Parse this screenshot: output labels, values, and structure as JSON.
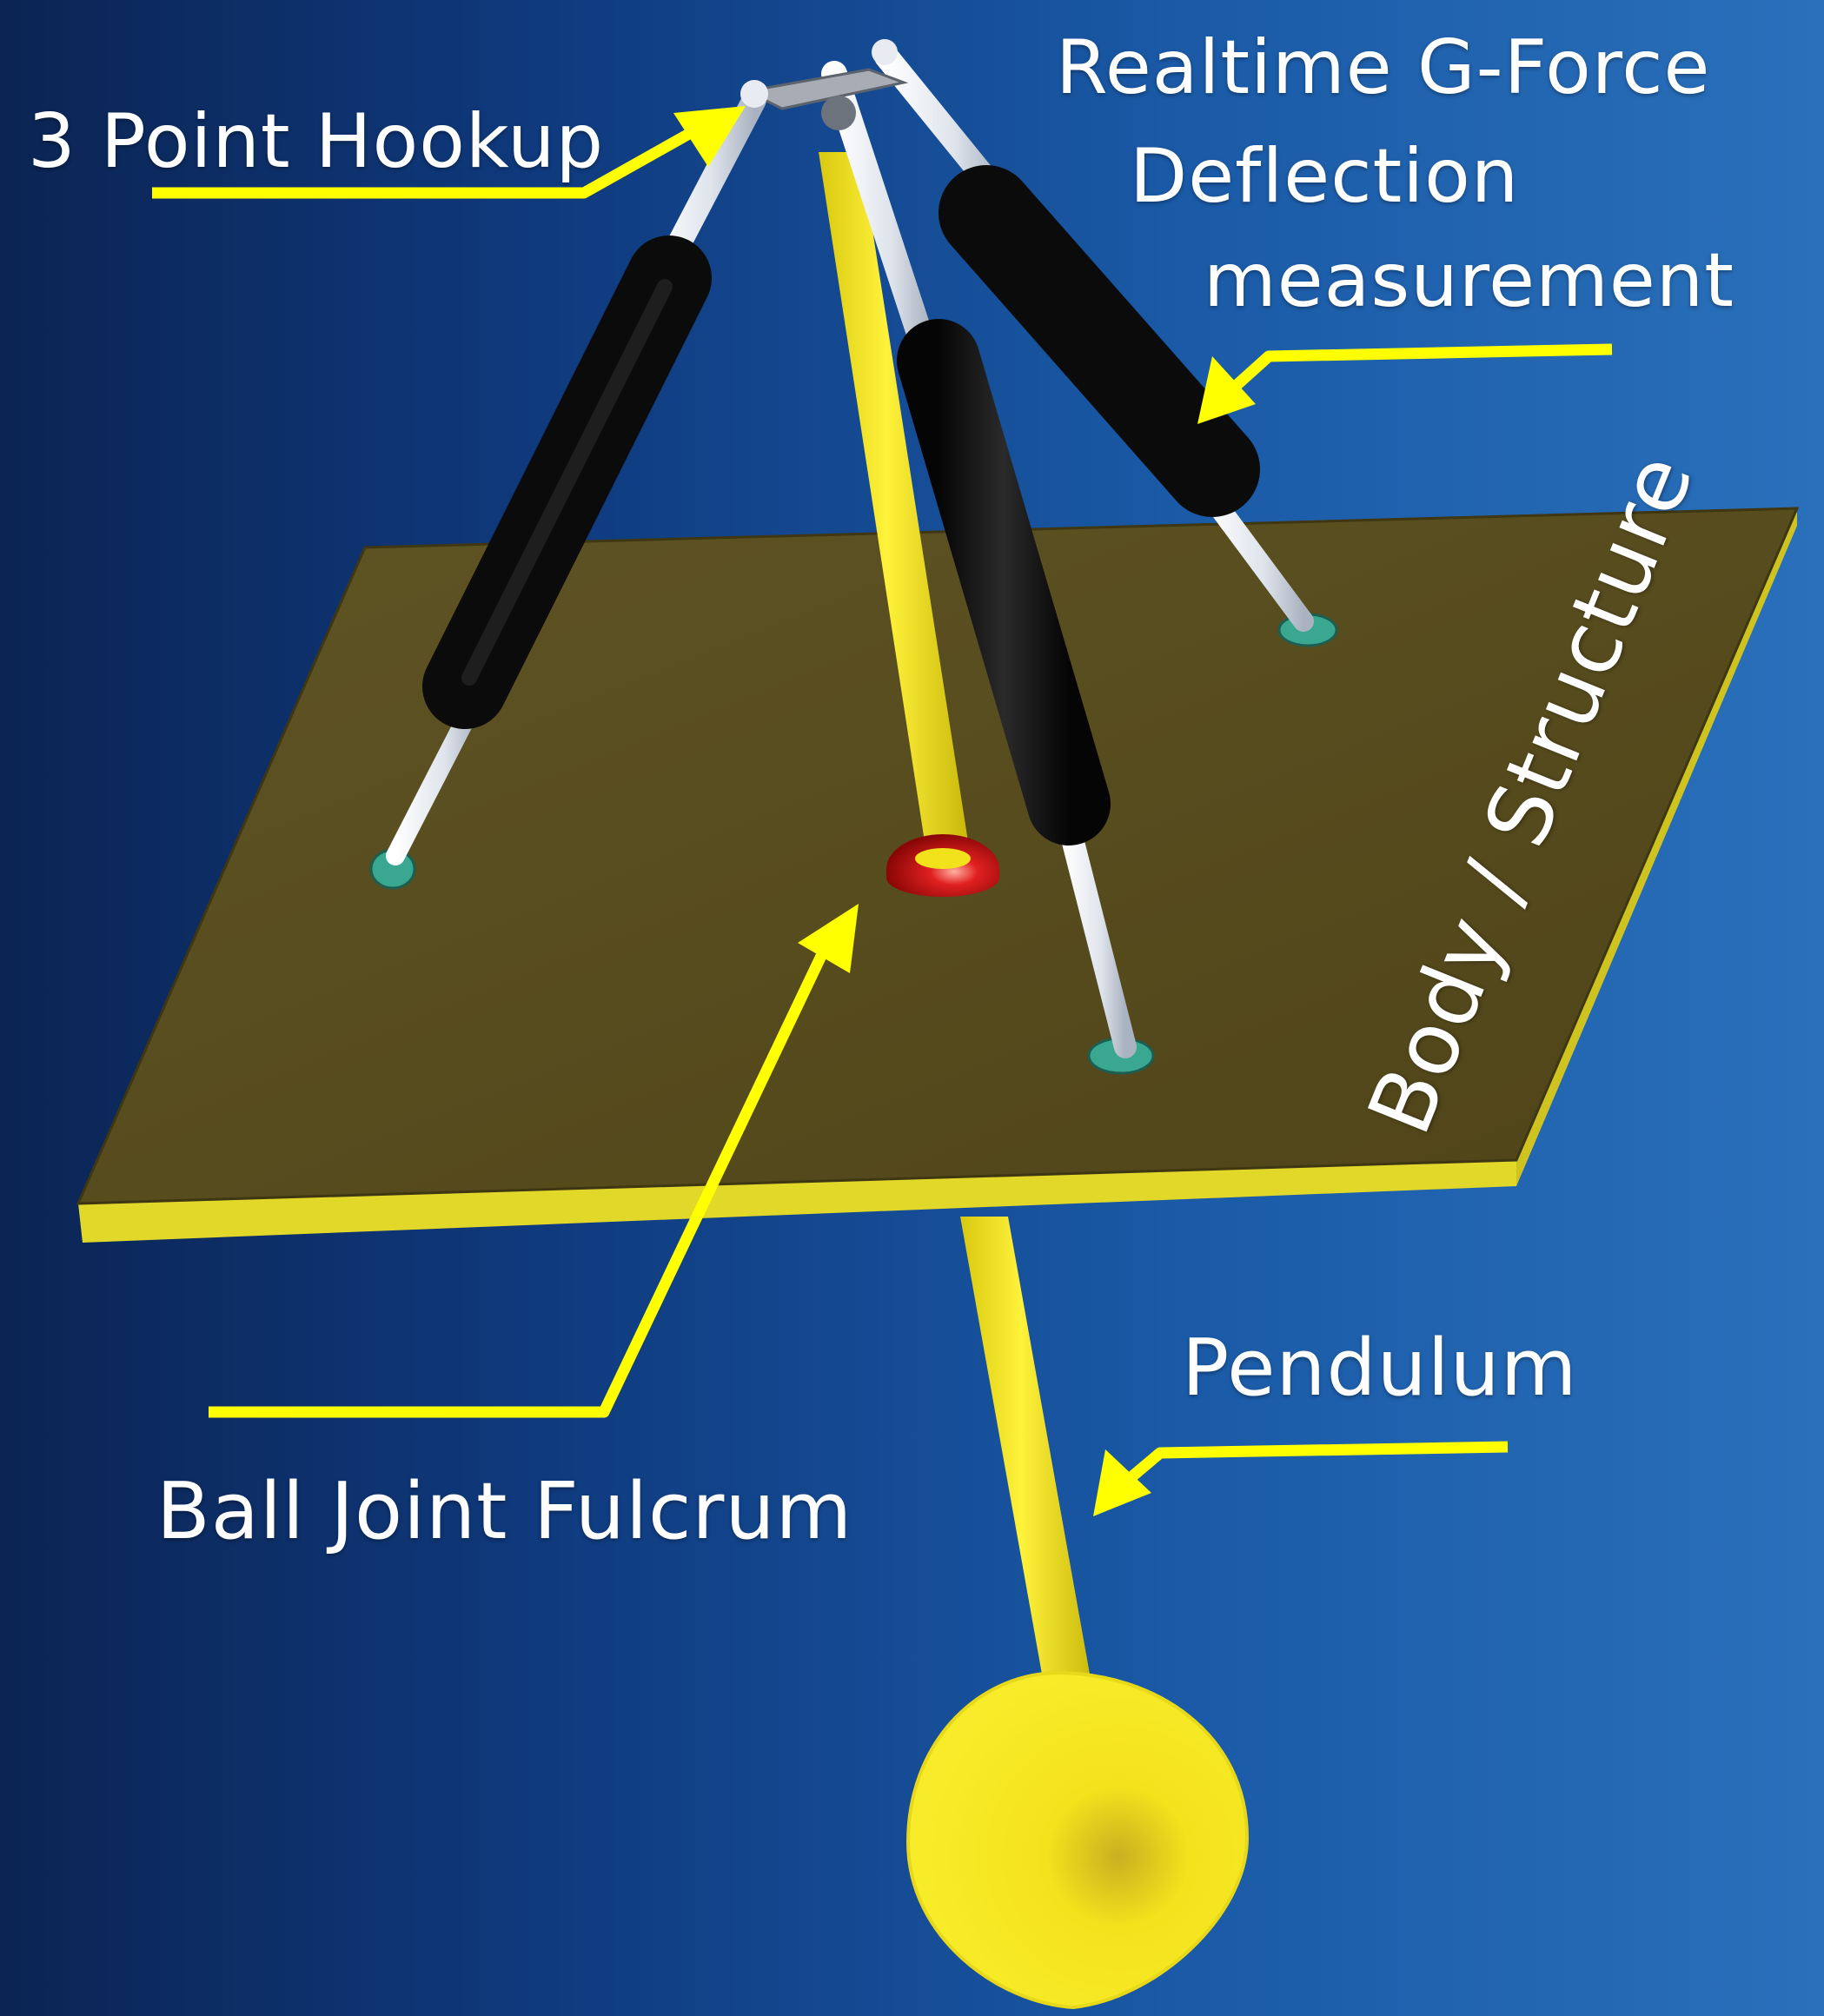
{
  "labels": {
    "hookup": "3 Point Hookup",
    "gforce_line1": "Realtime G-Force",
    "gforce_line2": "Deflection",
    "gforce_line3": "measurement",
    "body_structure": "Body / Structure",
    "pendulum": "Pendulum",
    "fulcrum": "Ball Joint Fulcrum"
  },
  "colors": {
    "background_left": "#0b2453",
    "background_right": "#2a70bb",
    "platform_top": "#5a4e1e",
    "platform_edge": "#e6df2a",
    "pendulum": "#f2e21c",
    "ball_joint": "#c81010",
    "cylinder": "#111111",
    "rod": "#e8ecf2",
    "arrow": "#ffff00",
    "label_text": "#ffffff"
  }
}
